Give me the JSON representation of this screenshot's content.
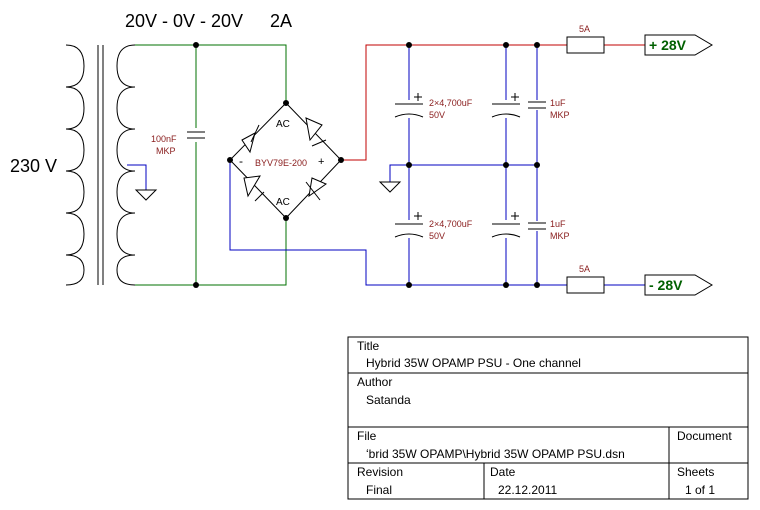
{
  "schematic": {
    "transformer_rating": "20V - 0V - 20V",
    "current_rating": "2A",
    "mains_voltage": "230 V",
    "film_cap": {
      "value": "100nF",
      "type": "MKP"
    },
    "bridge": {
      "ac_top": "AC",
      "ac_bottom": "AC",
      "minus": "-",
      "plus": "+",
      "part": "BYV79E-200"
    },
    "reservoir_caps": [
      {
        "value": "2×4,700uF",
        "voltage": "50V"
      },
      {
        "value": "2×4,700uF",
        "voltage": "50V"
      }
    ],
    "bypass_caps": [
      {
        "value": "1uF",
        "type": "MKP"
      },
      {
        "value": "1uF",
        "type": "MKP"
      }
    ],
    "fuses": [
      {
        "rating": "5A"
      },
      {
        "rating": "5A"
      }
    ],
    "outputs": {
      "positive": "+ 28V",
      "negative": "- 28V"
    },
    "colors": {
      "line": "#000000",
      "ground_net": "#007000",
      "positive_net": "#c00000",
      "negative_net": "#0000c0",
      "label_text": "#8b2020",
      "port_text": "#006000"
    }
  },
  "title_block": {
    "title_label": "Title",
    "title_value": "Hybrid  35W OPAMP PSU - One channel",
    "author_label": "Author",
    "author_value": "Satanda",
    "file_label": "File",
    "file_value": "ʻbrid 35W OPAMP\\Hybrid 35W OPAMP PSU.dsn",
    "document_label": "Document",
    "revision_label": "Revision",
    "revision_value": "Final",
    "date_label": "Date",
    "date_value": "22.12.2011",
    "sheets_label": "Sheets",
    "sheets_value": "1 of 1"
  }
}
